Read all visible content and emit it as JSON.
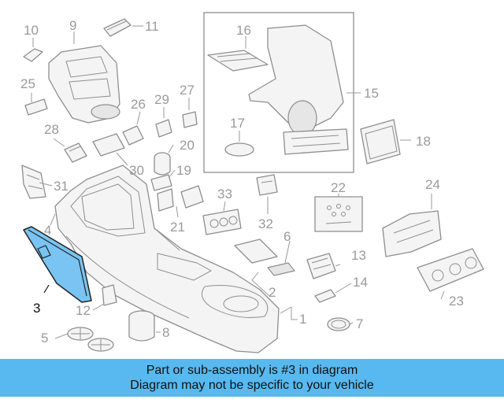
{
  "diagram": {
    "highlight_callout": "3",
    "highlight_color": "#79c4f2",
    "callouts": [
      "1",
      "2",
      "3",
      "4",
      "5",
      "6",
      "7",
      "8",
      "9",
      "10",
      "11",
      "12",
      "13",
      "14",
      "15",
      "16",
      "17",
      "18",
      "19",
      "20",
      "21",
      "22",
      "23",
      "24",
      "25",
      "26",
      "27",
      "28",
      "29",
      "30",
      "31",
      "32",
      "33"
    ]
  },
  "banner": {
    "line1": "Part or sub-assembly is #3 in diagram",
    "line2": "Diagram may not be specific to your vehicle",
    "color": "#57b9ef"
  }
}
